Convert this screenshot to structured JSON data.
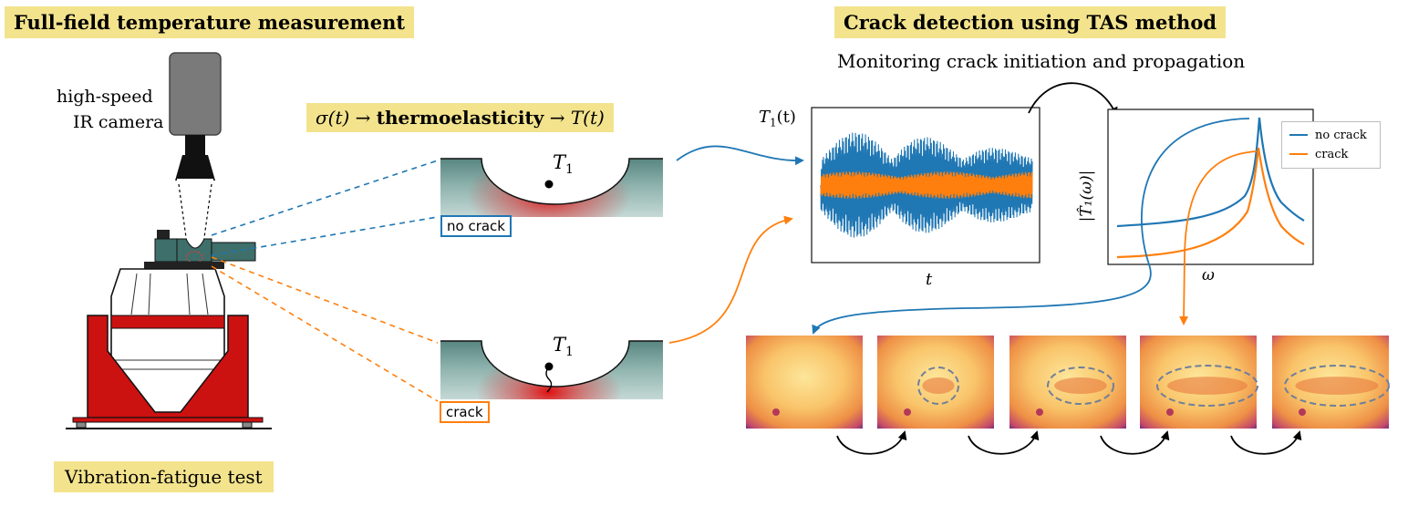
{
  "left_panel": {
    "heading": "Full-field temperature measurement",
    "camera_label_line1": "high-speed",
    "camera_label_line2": "IR camera",
    "footer": "Vibration-fatigue test"
  },
  "middle_panel": {
    "equation_sigma": "σ(t)",
    "equation_arrow": "→",
    "equation_word": "thermoelasticity",
    "equation_T": "T(t)",
    "specimen_top_label": "T",
    "specimen_top_sub": "1",
    "specimen_bottom_label": "T",
    "specimen_bottom_sub": "1",
    "no_crack_tag": "no crack",
    "crack_tag": "crack"
  },
  "right_panel": {
    "heading": "Crack detection using TAS method",
    "subheading": "Monitoring crack initiation and propagation",
    "time_plot": {
      "ylabel_T": "T",
      "ylabel_sub": "1",
      "ylabel_rest": "(t)",
      "xlabel": "t"
    },
    "freq_plot": {
      "ylabel": "|T̂₁(ω)|",
      "xlabel": "ω",
      "legend": [
        {
          "name": "no crack",
          "color": "#1f77b4"
        },
        {
          "name": "crack",
          "color": "#ff7f0e"
        }
      ]
    },
    "thermogram_count": 5
  },
  "colors": {
    "highlight": "#f3e38d",
    "blue": "#1f77b4",
    "orange": "#ff7f0e",
    "shaker_red": "#cc1111",
    "specimen_teal": "#4d7f7b"
  }
}
